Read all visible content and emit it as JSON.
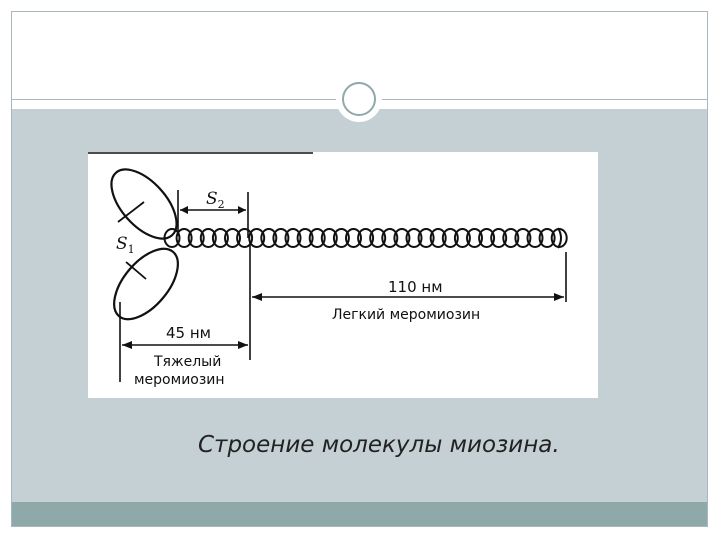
{
  "slide": {
    "caption": "Строение молекулы миозина."
  },
  "diagram": {
    "label_s2": "S",
    "label_s2_sub": "2",
    "label_s1": "S",
    "label_s1_sub": "1",
    "length_heavy": "45 нм",
    "length_light": "110 нм",
    "heavy_meromyosin_line1": "Тяжелый",
    "heavy_meromyosin_line2": "меромиозин",
    "light_meromyosin": "Легкий меромиозин"
  },
  "colors": {
    "band": "#c4d0d4",
    "footer": "#8fa8aa",
    "ink": "#111111"
  }
}
